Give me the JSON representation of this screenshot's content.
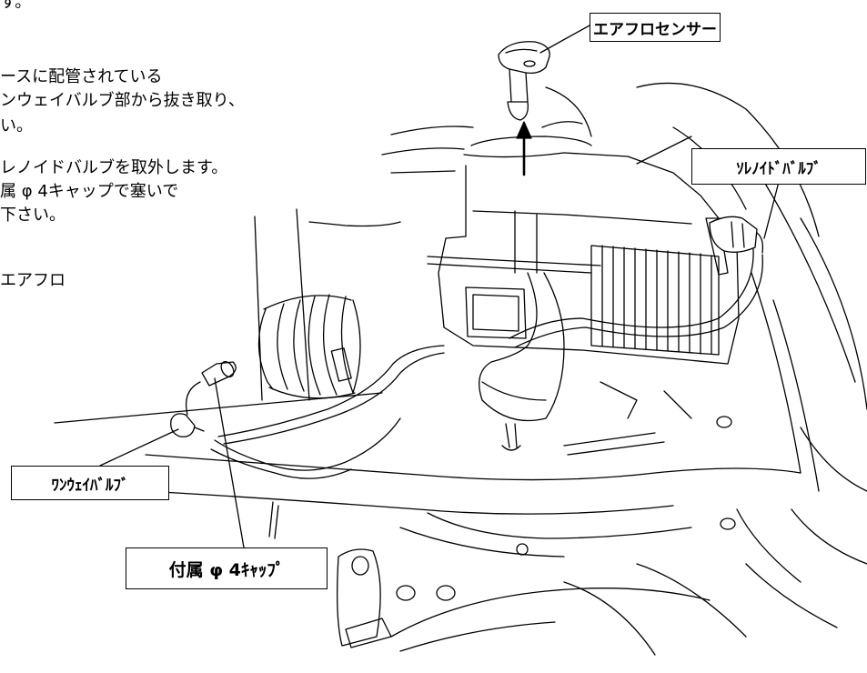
{
  "instructions": {
    "lines": [
      "す。",
      "ースに配管されている",
      "ンウェイバルブ部から抜き取り、",
      "い。",
      "レノイドバルブを取外します。",
      "属 φ 4キャップで塞いで",
      "下さい。",
      "エアフロ"
    ]
  },
  "labels": {
    "airflow_sensor": "エアフロセンサー",
    "solenoid_valve": "ｿﾚﾉｲﾄﾞﾊﾞﾙﾌﾞ",
    "one_way_valve": "ﾜﾝｳｪｲﾊﾞﾙﾌﾞ",
    "cap": "付属 φ 4ｷｬｯﾌﾟ"
  }
}
